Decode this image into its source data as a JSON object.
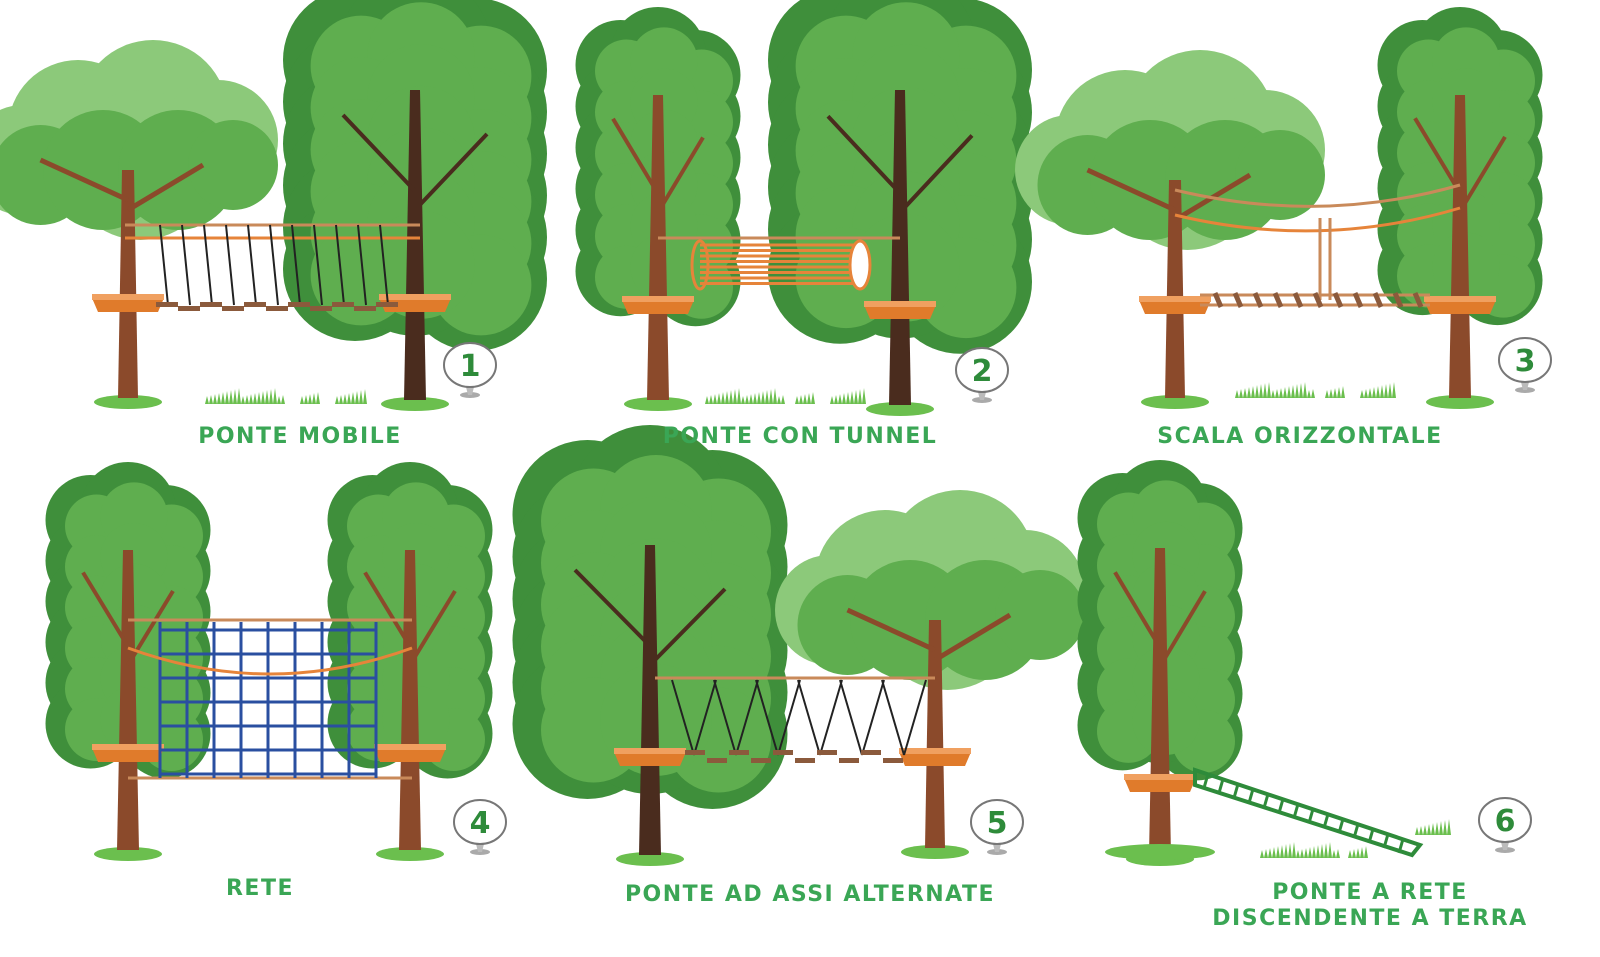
{
  "colors": {
    "caption": "#3aa655",
    "trunk": "#8b4a2b",
    "trunk_dark": "#4a2c1e",
    "foliage_dark": "#3f8f3b",
    "foliage_mid": "#5fae4f",
    "foliage_light": "#8cc97a",
    "platform": "#e07b2b",
    "rope": "#c98a5a",
    "rope_orange": "#e6843a",
    "net_blue": "#2a4fa0",
    "ramp_green": "#2e8b3a",
    "grass": "#6bbf4e"
  },
  "stations": [
    {
      "number": "1",
      "caption_lines": [
        "PONTE MOBILE"
      ],
      "bridge": "moving"
    },
    {
      "number": "2",
      "caption_lines": [
        "PONTE CON TUNNEL"
      ],
      "bridge": "tunnel"
    },
    {
      "number": "3",
      "caption_lines": [
        "SCALA ORIZZONTALE"
      ],
      "bridge": "ladder"
    },
    {
      "number": "4",
      "caption_lines": [
        "RETE"
      ],
      "bridge": "net"
    },
    {
      "number": "5",
      "caption_lines": [
        "PONTE AD ASSI ALTERNATE"
      ],
      "bridge": "alternate"
    },
    {
      "number": "6",
      "caption_lines": [
        "PONTE A RETE",
        "DISCENDENTE A TERRA"
      ],
      "bridge": "ramp"
    }
  ]
}
